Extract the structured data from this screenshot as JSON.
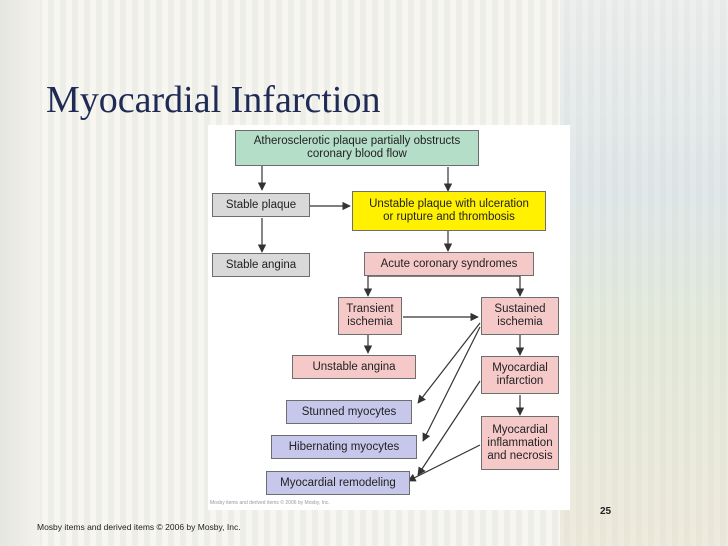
{
  "slide": {
    "title": "Myocardial Infarction",
    "page_number": "25",
    "footer": "Mosby items and derived items © 2006 by Mosby, Inc.",
    "figure_credit": "Mosby items and derived items © 2006 by Mosby, Inc."
  },
  "flowchart": {
    "nodes": {
      "atherosclerotic": "Atherosclerotic plaque partially obstructs\ncoronary blood flow",
      "stable_plaque": "Stable plaque",
      "unstable_plaque": "Unstable plaque with ulceration\nor rupture and thrombosis",
      "stable_angina": "Stable angina",
      "acute_coronary": "Acute coronary syndromes",
      "transient_ischemia": "Transient\nischemia",
      "sustained_ischemia": "Sustained\nischemia",
      "unstable_angina": "Unstable angina",
      "myocardial_infarction": "Myocardial\ninfarction",
      "stunned_myocytes": "Stunned myocytes",
      "hibernating_myocytes": "Hibernating myocytes",
      "myocardial_inflammation": "Myocardial\ninflammation\nand necrosis",
      "myocardial_remodeling": "Myocardial remodeling"
    },
    "colors": {
      "top": "#b5dec9",
      "stable": "#d9d9d9",
      "unstable": "#fff100",
      "acute": "#f6c9c9",
      "outcome": "#c7c7ec"
    }
  }
}
